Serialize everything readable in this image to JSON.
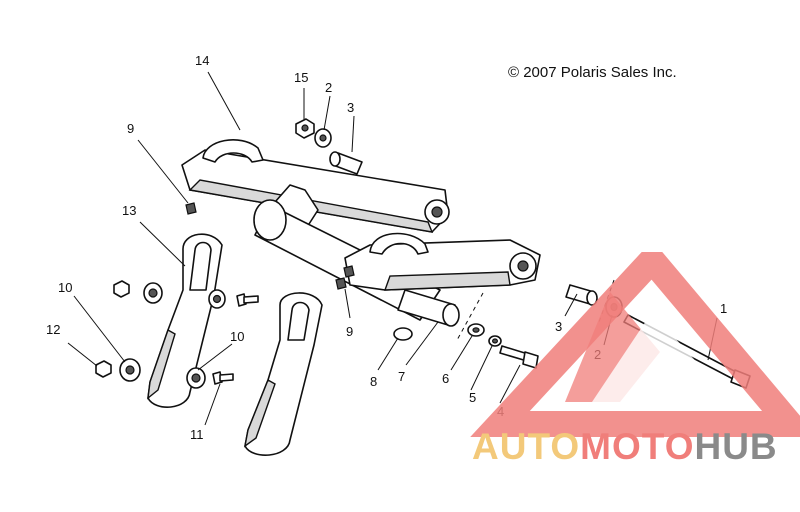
{
  "copyright": "© 2007 Polaris Sales Inc.",
  "callouts": {
    "c1": "1",
    "c2a": "2",
    "c2b": "2",
    "c3a": "3",
    "c3b": "3",
    "c4": "4",
    "c5": "5",
    "c6": "6",
    "c7": "7",
    "c8": "8",
    "c9a": "9",
    "c9b": "9",
    "c10a": "10",
    "c10b": "10",
    "c11": "11",
    "c12": "12",
    "c13": "13",
    "c14": "14",
    "c15": "15"
  },
  "watermark": {
    "part1": "AUTO",
    "part2": "MOTO",
    "part3": "HUB",
    "colors": {
      "triangle": "#f07e7a",
      "auto": "#f3c97a",
      "moto": "#f07e7a",
      "hub": "#8a8a8a"
    }
  }
}
